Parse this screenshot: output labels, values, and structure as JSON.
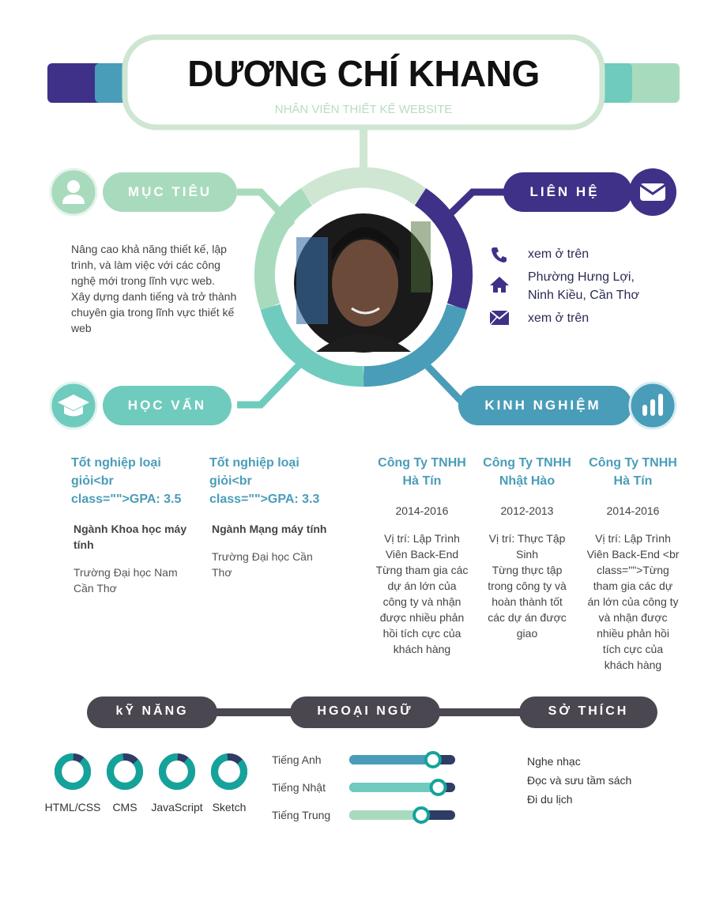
{
  "header": {
    "name": "DƯƠNG CHÍ KHANG",
    "job_title": "NHÂN VIÊN THIẾT KẾ WEBSITE"
  },
  "sections": {
    "objective": "MỤC TIÊU",
    "contact": "LIÊN HỆ",
    "education": "HỌC VẤN",
    "experience": "KINH NGHIỆM",
    "skills": "kỸ NĂNG",
    "languages": "HGOẠI NGỮ",
    "hobbies": "SỞ THÍCH"
  },
  "objective": {
    "line1": "Nâng cao khả năng thiết kế, lập",
    "line2": "trình, và làm việc với các công",
    "line3": "nghệ mới trong lĩnh vực web.",
    "line4": "Xây dựng danh tiếng và trở thành",
    "line5": "chuyên gia trong lĩnh vực thiết kế",
    "line6": "web"
  },
  "contact": {
    "phone": "xem ở trên",
    "address_line1": "Phường Hưng Lợi,",
    "address_line2": "Ninh Kiều, Cần Thơ",
    "email": "xem ở trên"
  },
  "education": [
    {
      "l1": "Tốt nghiệp loại",
      "l2": "giỏi<br",
      "l3": "class=\"\">GPA: 3.5",
      "major1": "Ngành Khoa học máy",
      "major2": "tính",
      "school1": "Trường Đại học Nam",
      "school2": "Cần Thơ"
    },
    {
      "l1": "Tốt nghiệp loại",
      "l2": "giỏi<br",
      "l3": "class=\"\">GPA: 3.3",
      "major1": "Ngành Mạng máy tính",
      "major2": "",
      "school1": "Trường Đại học Cần",
      "school2": "Thơ"
    }
  ],
  "experience": [
    {
      "company1": "Công Ty TNHH",
      "company2": "Hà Tín",
      "date": "2014-2016",
      "d": [
        "Vị trí: Lập Trình",
        "Viên Back-End",
        "Từng tham gia các",
        "dự án lớn của",
        "công ty và nhận",
        "được nhiều phản",
        "hồi tích cực của",
        "khách hàng"
      ]
    },
    {
      "company1": "Công Ty TNHH",
      "company2": "Nhật Hào",
      "date": "2012-2013",
      "d": [
        "Vị trí: Thực Tập",
        "Sinh",
        "Từng thực tập",
        "trong công ty và",
        "hoàn thành tốt",
        "các dự án được",
        "giao"
      ]
    },
    {
      "company1": "Công Ty TNHH",
      "company2": "Hà Tín",
      "date": "2014-2016",
      "d": [
        "Vị trí: Lập Trình",
        "Viên Back-End <br",
        "class=\"\">Từng",
        "tham gia các dự",
        "án lớn của công ty",
        "và nhận được",
        "nhiều phản hồi",
        "tích cực của",
        "khách hàng"
      ]
    }
  ],
  "skills": [
    {
      "name": "HTML/CSS",
      "level": 0.9
    },
    {
      "name": "CMS",
      "level": 0.85
    },
    {
      "name": "JavaScript",
      "level": 0.9
    },
    {
      "name": "Sketch",
      "level": 0.85
    }
  ],
  "languages": [
    {
      "name": "Tiếng Anh",
      "level": 0.79,
      "color": "#4a9db8"
    },
    {
      "name": "Tiếng Nhật",
      "level": 0.84,
      "color": "#6fcbbd"
    },
    {
      "name": "Tiếng Trung",
      "level": 0.68,
      "color": "#a8dbbd"
    }
  ],
  "hobbies": [
    "Nghe nhạc",
    "Đọc và sưu tầm sách",
    "Đi du lịch"
  ],
  "colors": {
    "navy": "#3f3187",
    "teal": "#4a9db8",
    "mint": "#6fcbbd",
    "light_green": "#a8dbbd",
    "pale_green": "#cfe6d2",
    "dark_gray": "#4a4750"
  },
  "icons": [
    "user-icon",
    "mail-icon",
    "graduation-cap-icon",
    "bar-chart-icon",
    "phone-icon",
    "home-icon"
  ]
}
